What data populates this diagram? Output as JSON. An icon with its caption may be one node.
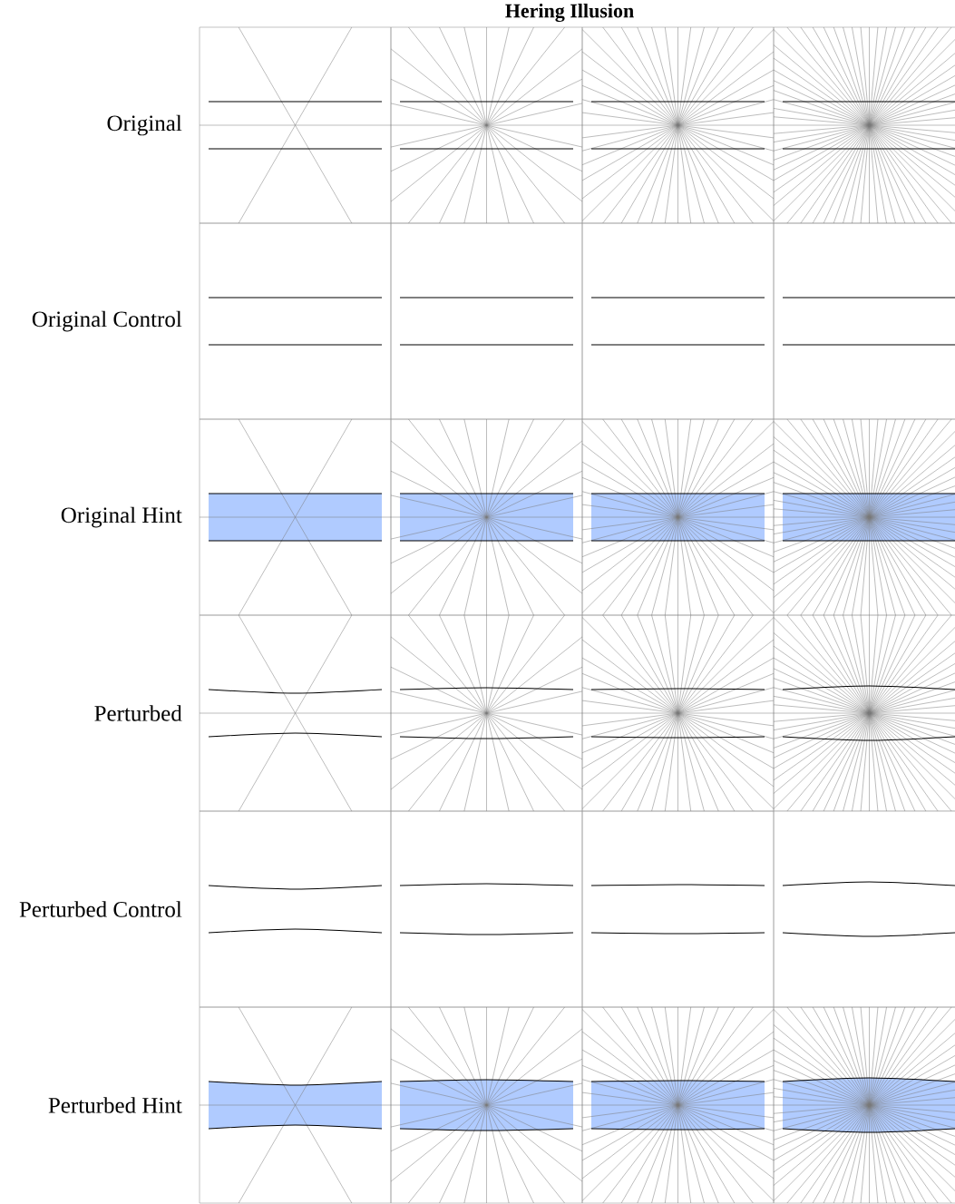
{
  "diagram": {
    "title": "Hering Illusion",
    "labels": [
      "Original",
      "Original Control",
      "Original Hint",
      "Perturbed",
      "Perturbed Control",
      "Perturbed Hint"
    ]
  }
}
